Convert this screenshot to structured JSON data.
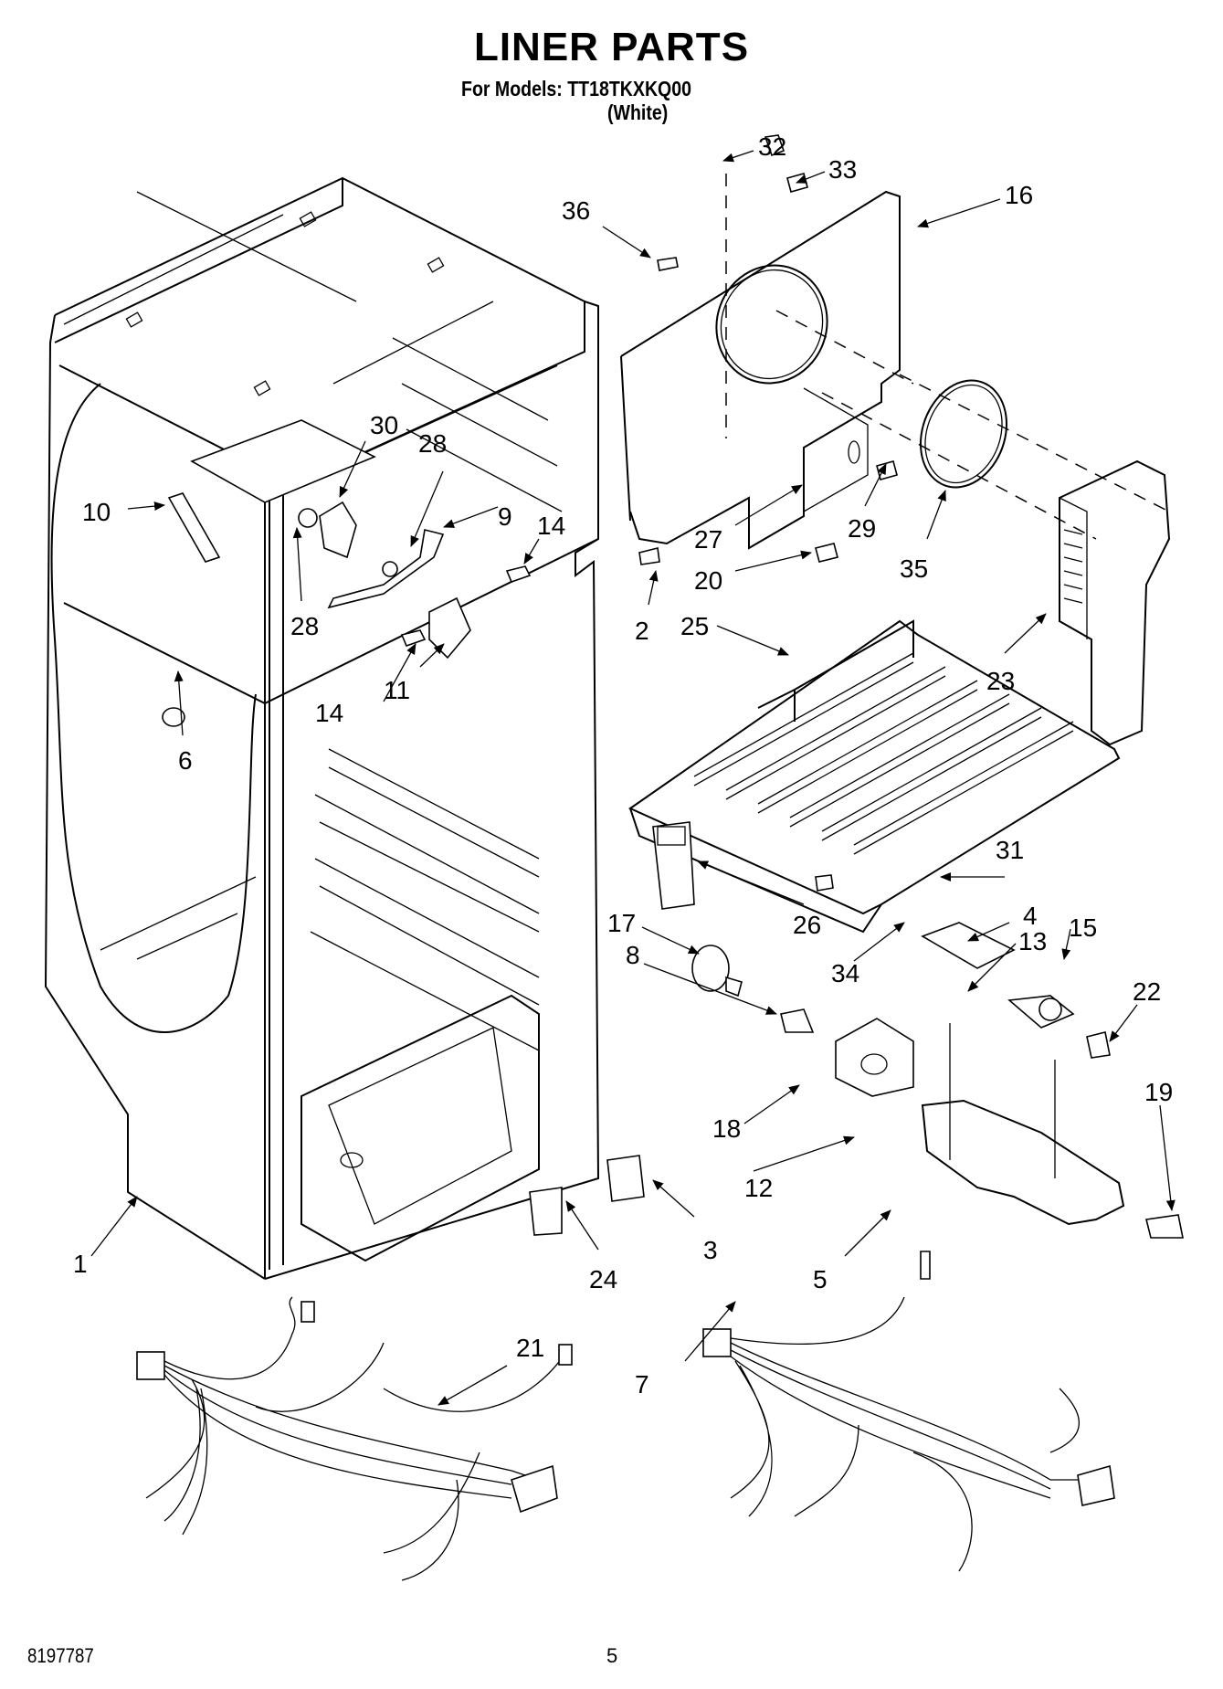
{
  "header": {
    "title": "LINER PARTS",
    "models_label": "For Models: TT18TKXKQ00",
    "variant": "(White)"
  },
  "footer": {
    "document_number": "8197787",
    "page_number": "5"
  },
  "callouts": {
    "c1": "1",
    "c2": "2",
    "c3": "3",
    "c4": "4",
    "c5": "5",
    "c6": "6",
    "c7": "7",
    "c8": "8",
    "c9": "9",
    "c10": "10",
    "c11": "11",
    "c12": "12",
    "c13": "13",
    "c14a": "14",
    "c14b": "14",
    "c15": "15",
    "c16": "16",
    "c17": "17",
    "c18": "18",
    "c19": "19",
    "c20": "20",
    "c21": "21",
    "c22": "22",
    "c23": "23",
    "c24": "24",
    "c25": "25",
    "c26": "26",
    "c27": "27",
    "c28a": "28",
    "c28b": "28",
    "c29": "29",
    "c30": "30",
    "c31": "31",
    "c32": "32",
    "c33": "33",
    "c34": "34",
    "c35": "35",
    "c36": "36"
  }
}
